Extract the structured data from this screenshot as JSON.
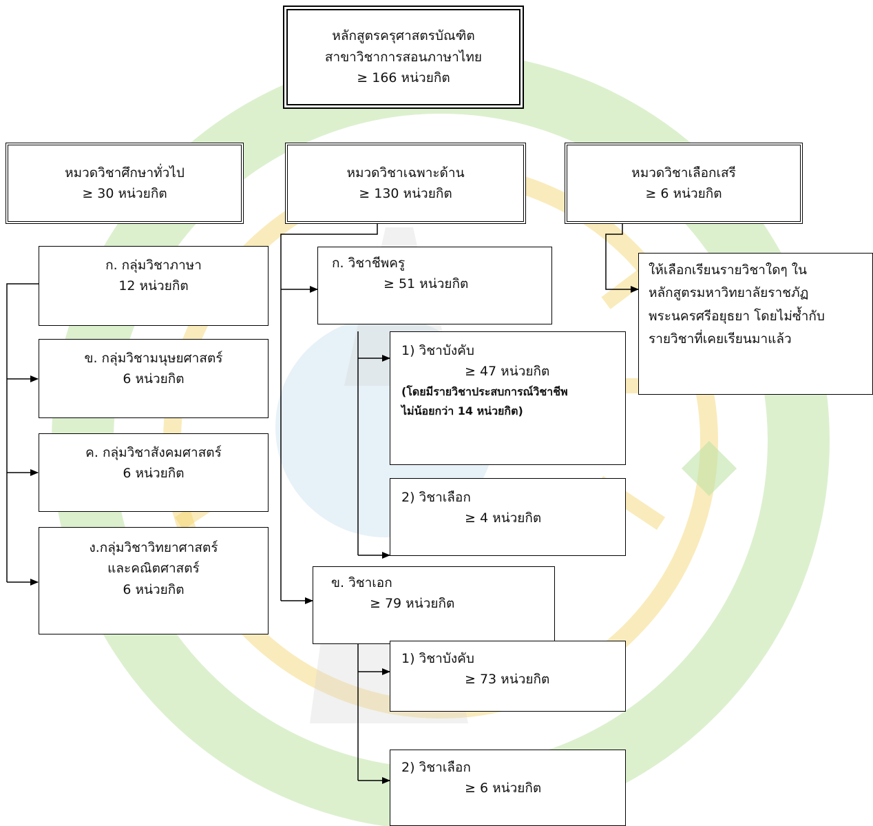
{
  "colors": {
    "watermark_green": "#bfe3a6",
    "watermark_yellow": "#f3d36a",
    "watermark_blue": "#b9d6ea",
    "line": "#000000"
  },
  "root": {
    "line1": "หลักสูตรครุศาสตรบัณฑิต",
    "line2": "สาขาวิชาการสอนภาษาไทย",
    "credits": "≥ 166 หน่วยกิต"
  },
  "general": {
    "title": "หมวดวิชาศึกษาทั่วไป",
    "credits": "≥ 30 หน่วยกิต",
    "groups": [
      {
        "line1": "ก. กลุ่มวิชาภาษา",
        "line2": "12 หน่วยกิต"
      },
      {
        "line1": "ข. กลุ่มวิชามนุษยศาสตร์",
        "line2": "6 หน่วยกิต"
      },
      {
        "line1": "ค. กลุ่มวิชาสังคมศาสตร์",
        "line2": "6  หน่วยกิต"
      },
      {
        "line1": "ง.กลุ่มวิชาวิทยาศาสตร์",
        "line2": "และคณิตศาสตร์",
        "line3": "6 หน่วยกิต"
      }
    ]
  },
  "specific": {
    "title": "หมวดวิชาเฉพาะด้าน",
    "credits": "≥ 130 หน่วยกิต",
    "teacher": {
      "title": "ก. วิชาชีพครู",
      "credits": "≥ 51 หน่วยกิต",
      "required": {
        "title": "1) วิชาบังคับ",
        "credits": "≥ 47 หน่วยกิต",
        "note1": "(โดยมีรายวิชาประสบการณ์วิชาชีพ",
        "note2": "ไม่น้อยกว่า 14 หน่วยกิต)"
      },
      "elective": {
        "title": "2) วิชาเลือก",
        "credits": "≥ 4 หน่วยกิต"
      }
    },
    "major": {
      "title": "ข. วิชาเอก",
      "credits": "≥ 79 หน่วยกิต",
      "required": {
        "title": "1) วิชาบังคับ",
        "credits": "≥ 73 หน่วยกิต"
      },
      "elective": {
        "title": "2) วิชาเลือก",
        "credits": "≥ 6 หน่วยกิต"
      }
    }
  },
  "free": {
    "title": "หมวดวิชาเลือกเสรี",
    "credits": "≥ 6 หน่วยกิต",
    "desc": [
      "ให้เลือกเรียนรายวิชาใดๆ ใน",
      "หลักสูตรมหาวิทยาลัยราชภัฏ",
      "พระนครศรีอยุธยา โดยไม่ซ้ำกับ",
      "รายวิชาที่เคยเรียนมาแล้ว"
    ]
  }
}
